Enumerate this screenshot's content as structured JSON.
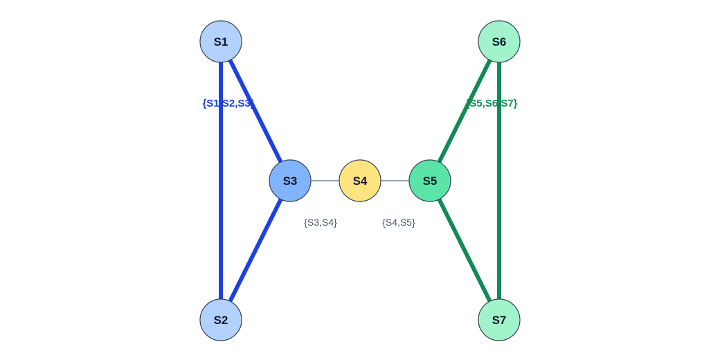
{
  "nodes": [
    {
      "id": "S1",
      "label": "S1",
      "fill": "#b3d1fd",
      "stroke": "#374151"
    },
    {
      "id": "S2",
      "label": "S2",
      "fill": "#b3d1fd",
      "stroke": "#374151"
    },
    {
      "id": "S3",
      "label": "S3",
      "fill": "#81b3fa",
      "stroke": "#374151"
    },
    {
      "id": "S4",
      "label": "S4",
      "fill": "#fde480",
      "stroke": "#374151"
    },
    {
      "id": "S5",
      "label": "S5",
      "fill": "#5be4a8",
      "stroke": "#374151"
    },
    {
      "id": "S6",
      "label": "S6",
      "fill": "#a1f3cb",
      "stroke": "#374151"
    },
    {
      "id": "S7",
      "label": "S7",
      "fill": "#a1f3cb",
      "stroke": "#374151"
    }
  ],
  "cliques": [
    {
      "id": "left",
      "label": "{S1,S2,S3}",
      "color": "#1d40e1",
      "edges": [
        [
          "S1",
          "S2"
        ],
        [
          "S1",
          "S3"
        ],
        [
          "S2",
          "S3"
        ]
      ]
    },
    {
      "id": "right",
      "label": "{S5,S6,S7}",
      "color": "#118a55",
      "edges": [
        [
          "S5",
          "S6"
        ],
        [
          "S5",
          "S7"
        ],
        [
          "S6",
          "S7"
        ]
      ]
    }
  ],
  "bridges": [
    {
      "from": "S3",
      "to": "S4",
      "label": "{S3,S4}",
      "color": "#94a3b8"
    },
    {
      "from": "S4",
      "to": "S5",
      "label": "{S4,S5}",
      "color": "#94a3b8"
    }
  ]
}
